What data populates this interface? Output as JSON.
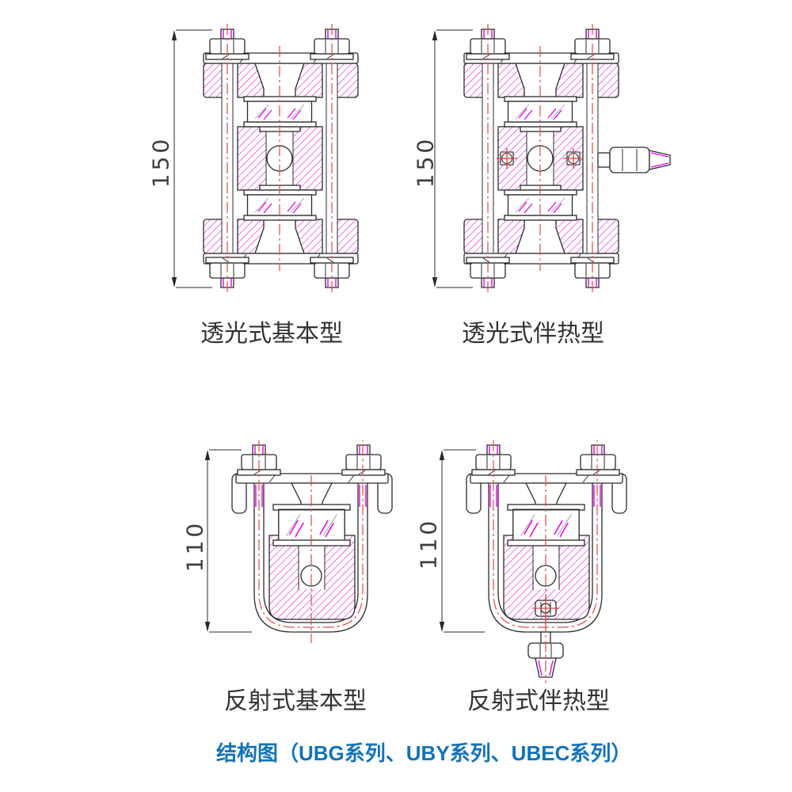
{
  "page": {
    "background": "#ffffff"
  },
  "colors": {
    "outline": "#2b2b2b",
    "hatch_magenta": "#e600e6",
    "centerline_red": "#e04a4a",
    "crosshair_red": "#e03c3c",
    "caption_text": "#333333",
    "title_blue": "#1273b9"
  },
  "figures": [
    {
      "id": "translucent-basic",
      "caption": "透光式基本型",
      "dimension": "150"
    },
    {
      "id": "translucent-heated",
      "caption": "透光式伴热型",
      "dimension": "150"
    },
    {
      "id": "reflective-basic",
      "caption": "反射式基本型",
      "dimension": "110"
    },
    {
      "id": "reflective-heated",
      "caption": "反射式伴热型",
      "dimension": "110"
    }
  ],
  "footer": {
    "title": "结构图（UBG系列、UBY系列、UBEC系列）"
  }
}
